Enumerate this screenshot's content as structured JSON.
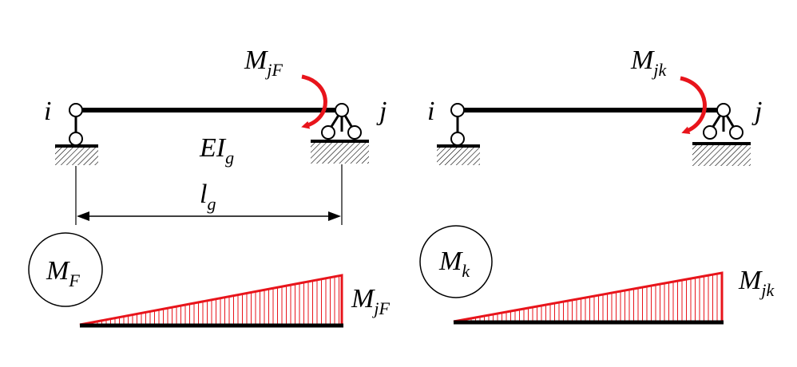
{
  "colors": {
    "beam": "#000000",
    "moment": "#e8141b",
    "hatch": "#000000"
  },
  "left": {
    "node_i": "i",
    "node_j": "j",
    "load_moment": {
      "main": "M",
      "sub": "jF"
    },
    "stiffness": {
      "main": "EI",
      "sub": "g"
    },
    "length": {
      "main": "l",
      "sub": "g"
    },
    "diagram_label": {
      "main": "M",
      "sub": "F"
    },
    "diagram_end_label": {
      "main": "M",
      "sub": "jF"
    }
  },
  "right": {
    "node_i": "i",
    "node_j": "j",
    "load_moment": {
      "main": "M",
      "sub": "jk"
    },
    "diagram_label": {
      "main": "M",
      "sub": "k"
    },
    "diagram_end_label": {
      "main": "M",
      "sub": "jk"
    }
  }
}
